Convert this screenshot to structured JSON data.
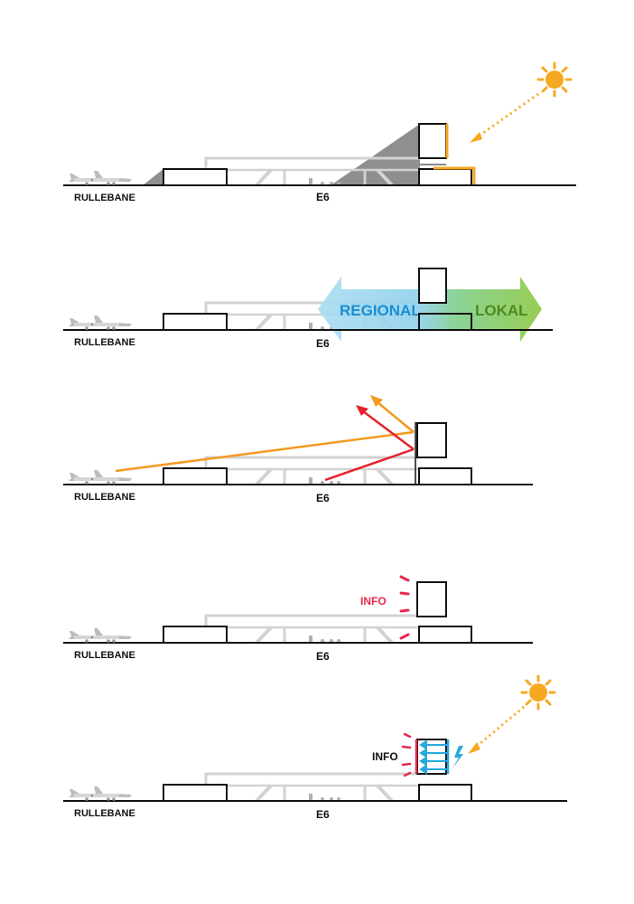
{
  "labels": {
    "runway": "RULLEBANE",
    "road": "E6",
    "regional": "REGIONAL",
    "local": "LOKAL",
    "info": "INFO"
  },
  "colors": {
    "sun": "#f6a820",
    "shadow": "#8f8f8f",
    "structure": "#d2d2d2",
    "regional": "#7fc6e6",
    "regional_text": "#1a8ed1",
    "local": "#8cc63f",
    "local_text": "#4c8a1e",
    "view_orange": "#f39a1f",
    "view_red": "#e8212b",
    "info": "#e8294d",
    "flow_blue": "#29a9e0"
  }
}
